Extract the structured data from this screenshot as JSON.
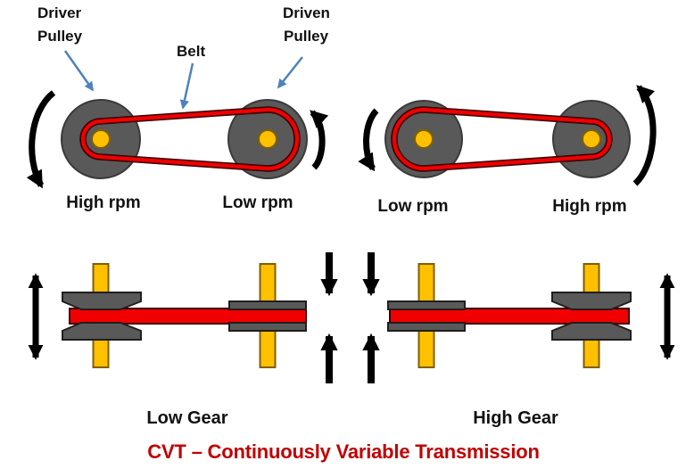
{
  "title": "CVT – Continuously Variable Transmission",
  "callouts": {
    "driver_pulley": [
      "Driver",
      "Pulley"
    ],
    "belt": "Belt",
    "driven_pulley": [
      "Driven",
      "Pulley"
    ]
  },
  "top_diagrams": {
    "left": {
      "left_pulley_label": "High rpm",
      "right_pulley_label": "Low rpm"
    },
    "right": {
      "left_pulley_label": "Low rpm",
      "right_pulley_label": "High rpm"
    }
  },
  "bottom_diagrams": {
    "left_caption": "Low Gear",
    "right_caption": "High Gear"
  },
  "colors": {
    "belt_red": "#f00000",
    "belt_outline": "#3d0000",
    "pulley_gray": "#595959",
    "pulley_outline": "#3a3a3a",
    "shaft_yellow": "#ffc000",
    "shaft_outline": "#7f6000",
    "rotation_arrow_black": "#000000",
    "callout_arrow_blue": "#4f81bd",
    "title_red": "#c00000",
    "text_black": "#111111"
  }
}
